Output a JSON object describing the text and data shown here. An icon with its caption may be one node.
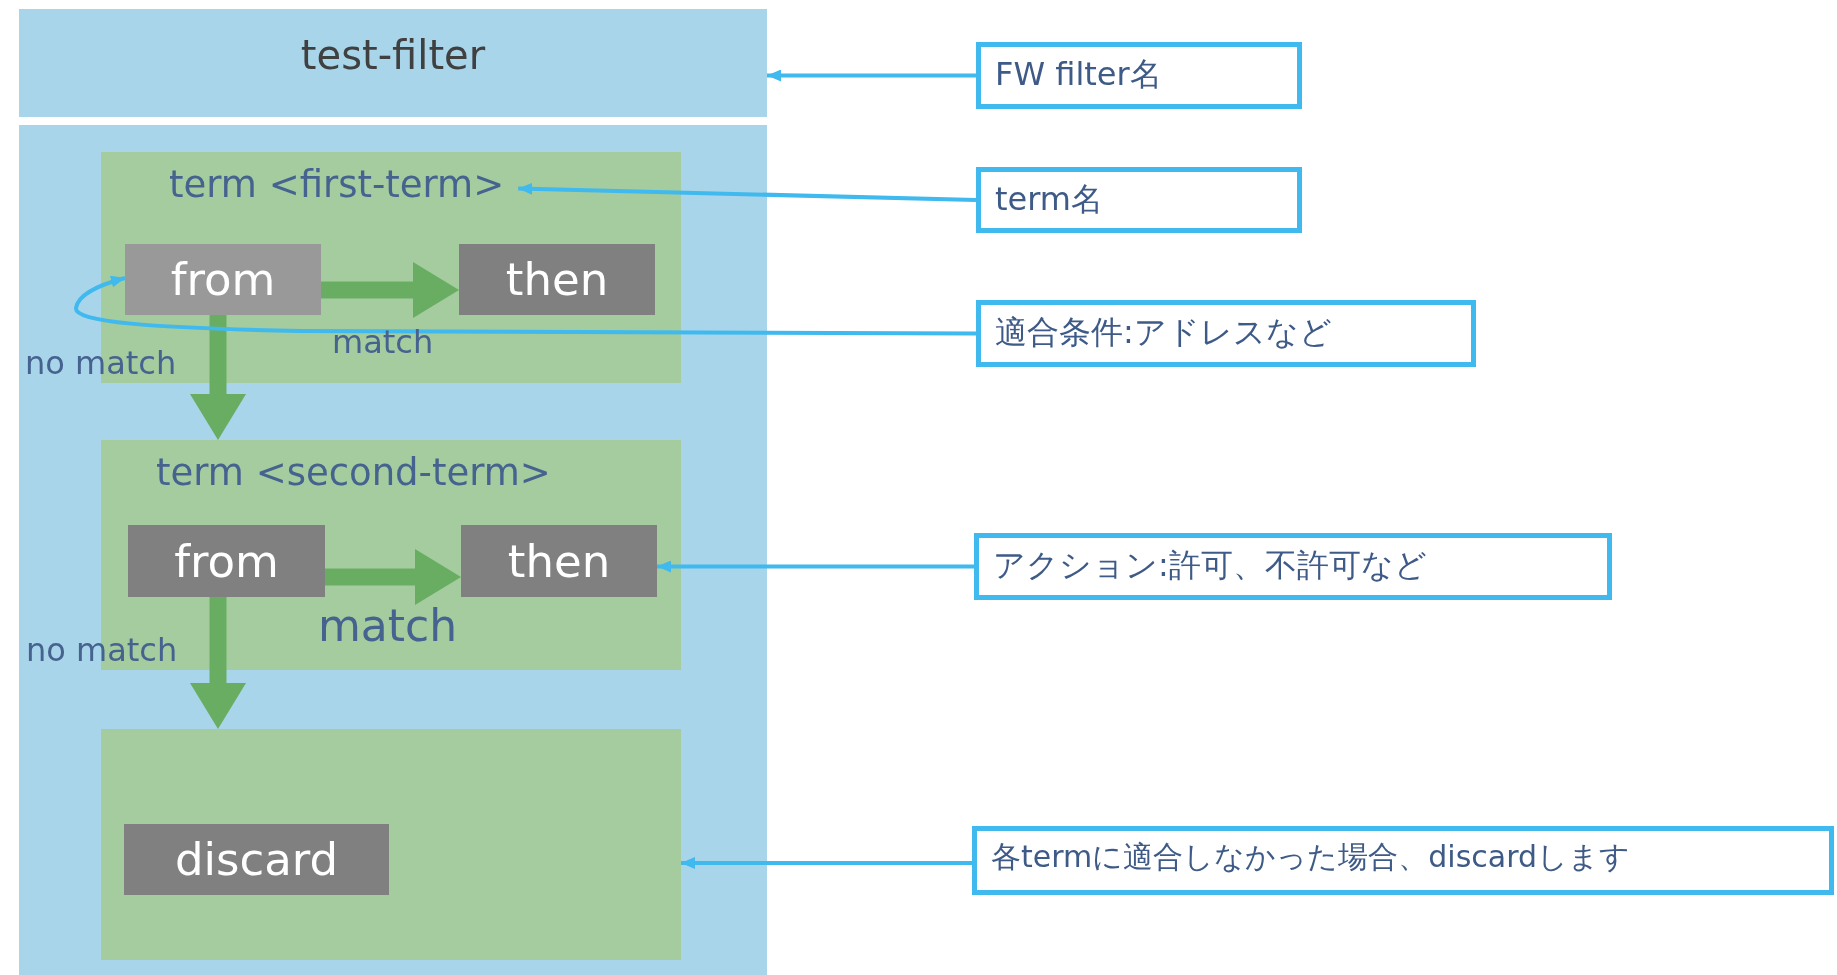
{
  "diagram": {
    "nodes": [
      {
        "text": [
          "test-filter"
        ]
      },
      {
        "text": [],
        "shape": "box"
      },
      {
        "text": [
          "term <first-term>"
        ],
        "in": 1
      },
      {
        "text": [
          "from"
        ],
        "in": 2
      },
      {
        "text": [
          "then"
        ],
        "in": 2
      },
      {
        "text": [
          "term <second-term>"
        ],
        "in": 1
      },
      {
        "text": [
          "from"
        ],
        "in": 5
      },
      {
        "text": [
          "then"
        ],
        "in": 5
      },
      {
        "text": [],
        "shape": "box",
        "in": 1
      },
      {
        "text": [
          "discard"
        ],
        "in": 8
      },
      {
        "text": [
          "FW filter名"
        ]
      },
      {
        "text": [
          "term名"
        ]
      },
      {
        "text": [
          "適合条件:アドレスなど"
        ]
      },
      {
        "text": [
          "アクション:許可、不許可など"
        ]
      },
      {
        "text": [
          "各termに適合しなかった場合、discardします"
        ]
      }
    ],
    "edges": [
      {
        "from": 3,
        "to": 4,
        "arrow": "to",
        "label": "match",
        "style": "thick",
        "color": "#68ad62"
      },
      {
        "from": 3,
        "to": 5,
        "arrow": "to",
        "label": "no match",
        "style": "thick",
        "color": "#68ad62"
      },
      {
        "from": 6,
        "to": 7,
        "arrow": "to",
        "label": "match",
        "style": "thick",
        "color": "#68ad62"
      },
      {
        "from": 6,
        "to": 8,
        "arrow": "to",
        "label": "no match",
        "style": "thick",
        "color": "#68ad62"
      },
      {
        "from": 10,
        "to": 0,
        "arrow": "to"
      },
      {
        "from": 11,
        "to": 2,
        "arrow": "to"
      },
      {
        "from": 12,
        "to": 3,
        "arrow": "to"
      },
      {
        "from": 13,
        "to": 7,
        "arrow": "to"
      },
      {
        "from": 14,
        "to": 8,
        "arrow": "to"
      }
    ]
  }
}
